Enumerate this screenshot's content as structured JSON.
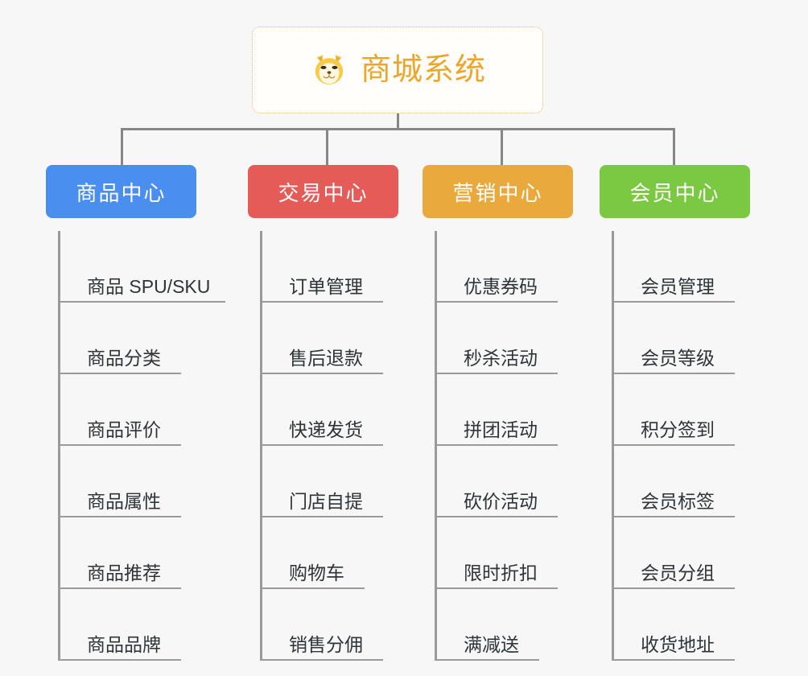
{
  "background_color": "#f7f7f7",
  "root": {
    "icon": "shiba-dog-face-icon",
    "title": "商城系统",
    "title_color": "#eda52c",
    "border_color": "#e8b765"
  },
  "connector_color": "#868686",
  "columns": [
    {
      "id": "product-center",
      "label": "商品中心",
      "color": "#4a8ef0",
      "items": [
        {
          "label": "商品 SPU/SKU",
          "rule_width": 205
        },
        {
          "label": "商品分类",
          "rule_width": 150
        },
        {
          "label": "商品评价",
          "rule_width": 150
        },
        {
          "label": "商品属性",
          "rule_width": 150
        },
        {
          "label": "商品推荐",
          "rule_width": 150
        },
        {
          "label": "商品品牌",
          "rule_width": 150
        }
      ]
    },
    {
      "id": "trade-center",
      "label": "交易中心",
      "color": "#e55b57",
      "items": [
        {
          "label": "订单管理",
          "rule_width": 150
        },
        {
          "label": "售后退款",
          "rule_width": 150
        },
        {
          "label": "快递发货",
          "rule_width": 150
        },
        {
          "label": "门店自提",
          "rule_width": 150
        },
        {
          "label": "购物车",
          "rule_width": 127
        },
        {
          "label": "销售分佣",
          "rule_width": 150
        }
      ]
    },
    {
      "id": "marketing-center",
      "label": "营销中心",
      "color": "#eaa93c",
      "items": [
        {
          "label": "优惠券码",
          "rule_width": 150
        },
        {
          "label": "秒杀活动",
          "rule_width": 150
        },
        {
          "label": "拼团活动",
          "rule_width": 150
        },
        {
          "label": "砍价活动",
          "rule_width": 150
        },
        {
          "label": "限时折扣",
          "rule_width": 150
        },
        {
          "label": "满减送",
          "rule_width": 127
        }
      ]
    },
    {
      "id": "member-center",
      "label": "会员中心",
      "color": "#7bc943",
      "items": [
        {
          "label": "会员管理",
          "rule_width": 150
        },
        {
          "label": "会员等级",
          "rule_width": 150
        },
        {
          "label": "积分签到",
          "rule_width": 150
        },
        {
          "label": "会员标签",
          "rule_width": 150
        },
        {
          "label": "会员分组",
          "rule_width": 150
        },
        {
          "label": "收货地址",
          "rule_width": 150
        }
      ]
    }
  ]
}
